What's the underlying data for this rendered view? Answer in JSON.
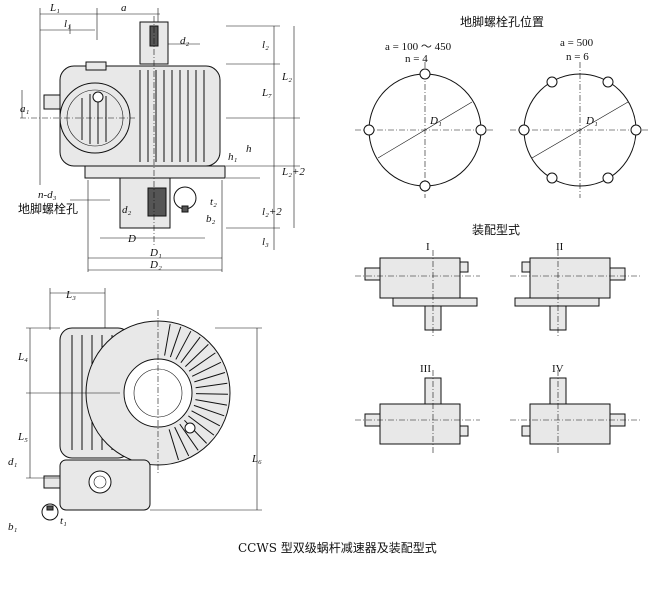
{
  "caption": "CCWS 型双级蜗杆减速器及装配型式",
  "front_view": {
    "dims": {
      "L1": "L₁",
      "l1": "l₁",
      "a": "a",
      "l2": "l₂",
      "d2": "d₂",
      "L2": "L₂",
      "L7": "L₇",
      "a1": "a₁",
      "h": "h",
      "h1": "h₁",
      "L2p2": "L₂+2",
      "nd3": "n-d₃",
      "t2": "t₂",
      "d2b": "d₂",
      "b2": "b₂",
      "l2p2": "l₂+2",
      "D": "D",
      "D1": "D₁",
      "D2": "D₂",
      "l3": "l₃"
    },
    "bolt_hole_label": "地脚螺栓孔"
  },
  "side_view": {
    "dims": {
      "L3": "L₃",
      "L4": "L₄",
      "L5": "L₅",
      "L6": "L₆",
      "d1": "d₁",
      "b1": "b₁",
      "t1": "t₁"
    }
  },
  "bolt_position": {
    "title": "地脚螺栓孔位置",
    "left": {
      "spec_a": "a = 100 ～ 450",
      "spec_n": "n = 4",
      "dia": "D₁"
    },
    "right": {
      "spec_a": "a = 500",
      "spec_n": "n = 6",
      "dia": "D₁"
    }
  },
  "assembly": {
    "title": "装配型式",
    "types": [
      "I",
      "II",
      "III",
      "IV"
    ]
  }
}
